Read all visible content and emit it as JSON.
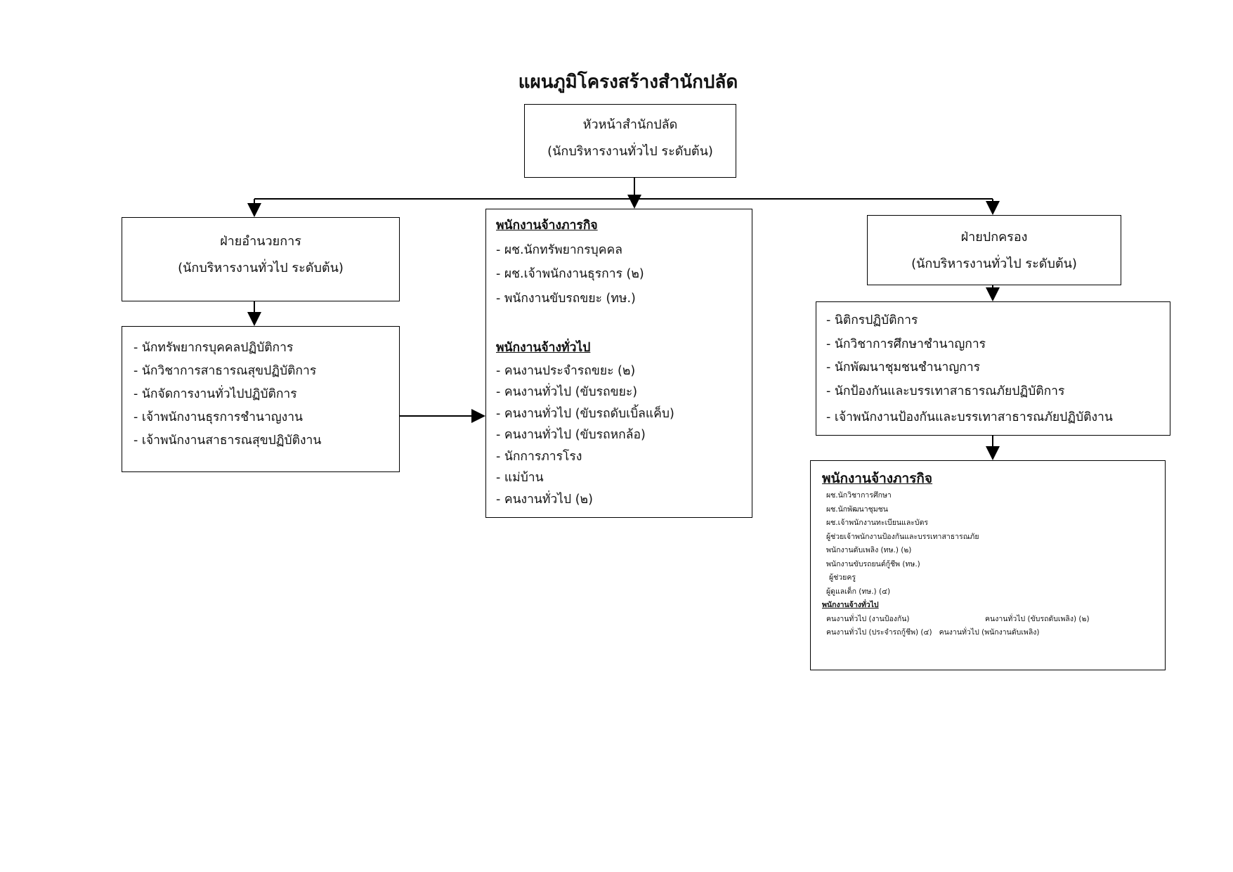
{
  "title": "แผนภูมิโครงสร้างสำนักปลัด",
  "head": {
    "line1": "หัวหน้าสำนักปลัด",
    "line2": "(นักบริหารงานทั่วไป ระดับต้น)"
  },
  "admin": {
    "line1": "ฝ่ายอำนวยการ",
    "line2": "(นักบริหารงานทั่วไป ระดับต้น)",
    "staff": [
      "- นักทรัพยากรบุคคลปฏิบัติการ",
      "- นักวิชาการสาธารณสุขปฏิบัติการ",
      "- นักจัดการงานทั่วไปปฏิบัติการ",
      "- เจ้าพนักงานธุรการชำนาญงาน",
      "- เจ้าพนักงานสาธารณสุขปฏิบัติงาน"
    ]
  },
  "middle": {
    "mission_header": "พนักงานจ้างภารกิจ",
    "mission": [
      "- ผช.นักทรัพยากรบุคคล",
      "- ผช.เจ้าพนักงานธุรการ (๒)",
      "- พนักงานขับรถขยะ (ทษ.)"
    ],
    "general_header": "พนักงานจ้างทั่วไป",
    "general": [
      "- คนงานประจำรถขยะ (๒)",
      "- คนงานทั่วไป (ขับรถขยะ)",
      "- คนงานทั่วไป (ขับรถดับเบิ้ลแค็บ)",
      "- คนงานทั่วไป (ขับรถหกล้อ)",
      "- นักการภารโรง",
      "- แม่บ้าน",
      "- คนงานทั่วไป (๒)"
    ]
  },
  "govern": {
    "line1": "ฝ่ายปกครอง",
    "line2": "(นักบริหารงานทั่วไป ระดับต้น)",
    "staff": [
      "- นิติกรปฏิบัติการ",
      "- นักวิชาการศึกษาชำนาญการ",
      "- นักพัฒนาชุมชนชำนาญการ",
      "- นักป้องกันและบรรเทาสาธารณภัยปฏิบัติการ",
      "- เจ้าพนักงานป้องกันและบรรเทาสาธารณภัยปฏิบัติงาน"
    ],
    "mission_header": "พนักงานจ้างภารกิจ",
    "mission": [
      "ผช.นักวิชาการศึกษา",
      "ผช.นักพัฒนาชุมชน",
      "ผช.เจ้าพนักงานทะเบียนและบัตร",
      "ผู้ช่วยเจ้าพนักงานป้องกันและบรรเทาสาธารณภัย",
      "พนักงานดับเพลิง (ทษ.)  (๒)",
      "พนักงานขับรถยนต์กู้ชีพ (ทษ.)",
      " ผู้ช่วยครู",
      "ผู้ดูแลเด็ก (ทษ.) (๔)"
    ],
    "general_header": "พนักงานจ้างทั่วไป",
    "general": [
      "คนงานทั่วไป (งานป้องกัน)",
      "คนงานทั่วไป (ขับรถดับเพลิง) (๒)",
      "คนงานทั่วไป (ประจำรถกู้ชีพ) (๔)",
      "คนงานทั่วไป (พนักงานดับเพลิง)"
    ]
  }
}
